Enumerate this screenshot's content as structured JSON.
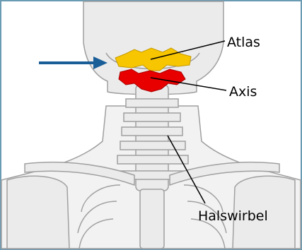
{
  "labels": {
    "atlas": "Atlas",
    "axis": "Axis",
    "halswirbel": "Halswirbel"
  },
  "colors": {
    "frame_border": "#6a9bb3",
    "background": "#ffffff",
    "skeleton_fill": "#ebebeb",
    "skeleton_outline": "#a0a0a0",
    "atlas": "#f7c600",
    "axis": "#e80000",
    "arrow": "#1a5e98",
    "leader_line": "#000000"
  },
  "icons": {
    "pointer_arrow": "arrow-right-icon"
  }
}
